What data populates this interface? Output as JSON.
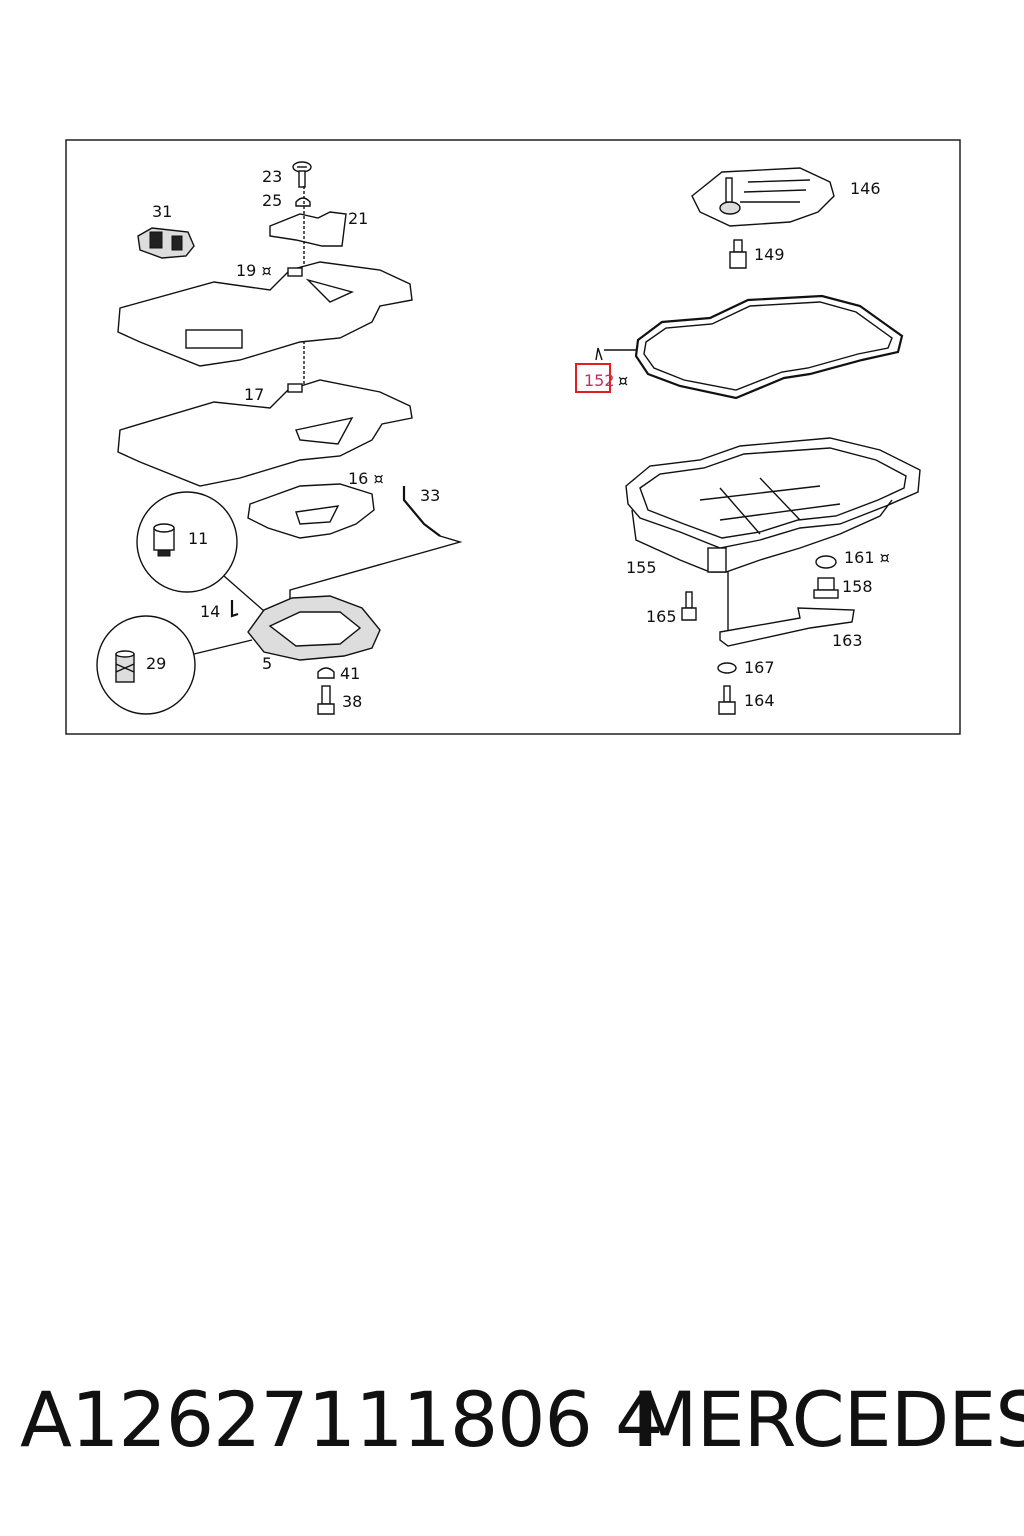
{
  "diagram": {
    "labels": {
      "l23": "23",
      "l25": "25",
      "l21": "21",
      "l31": "31",
      "l19": "19 ¤",
      "l17": "17",
      "l16": "16 ¤",
      "l33": "33",
      "l11": "11",
      "l14": "14",
      "l5": "5",
      "l29": "29",
      "l41": "41",
      "l38": "38",
      "l146": "146",
      "l149": "149",
      "l152": "152",
      "l152sym": "¤",
      "l155": "155",
      "l161": "161 ¤",
      "l158": "158",
      "l165": "165",
      "l163": "163",
      "l167": "167",
      "l164": "164"
    },
    "highlight_color": "#e02020"
  },
  "footer": {
    "part_number": "A12627111806 4",
    "brand": "MERCEDES"
  }
}
